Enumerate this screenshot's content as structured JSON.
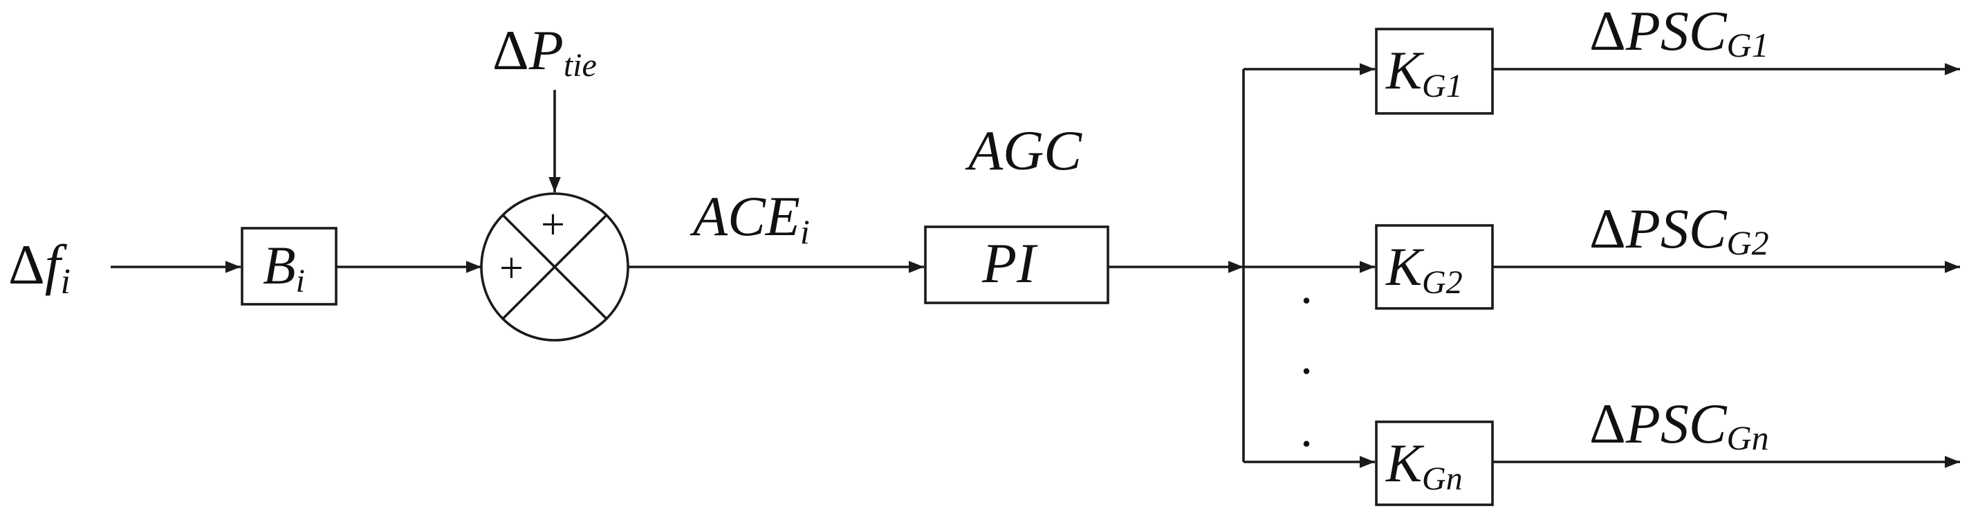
{
  "signals": {
    "delta": "Δ",
    "freq_main": "f",
    "freq_sub": "i",
    "tie_main": "P",
    "tie_sub": "tie",
    "ace_main": "ACE",
    "ace_sub": "i",
    "agc_label": "AGC",
    "out_main": "PSC",
    "out1_sub": "G1",
    "out2_sub": "G2",
    "outn_sub": "Gn"
  },
  "blocks": {
    "bias_main": "B",
    "bias_sub": "i",
    "controller": "PI",
    "gain_main": "K",
    "gain1_sub": "G1",
    "gain2_sub": "G2",
    "gainn_sub": "Gn"
  },
  "summing_junction": {
    "sign_top": "+",
    "sign_left": "+"
  },
  "ellipsis": "."
}
